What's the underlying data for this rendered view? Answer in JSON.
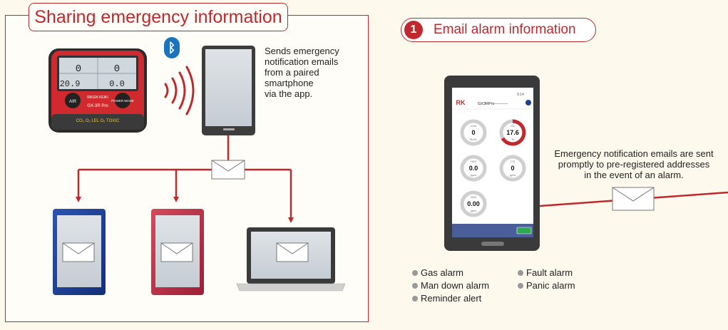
{
  "left_panel": {
    "title": "Sharing emergency information",
    "pairing_note": [
      "Sends emergency",
      "notification emails",
      "from a paired",
      "smartphone",
      "via the app."
    ]
  },
  "detector": {
    "brand": "RIKEN KEIKI",
    "model": "GX-3R Pro",
    "readings": [
      "20.9",
      "0",
      "0",
      "0.0"
    ],
    "sensor_labels": "CO₂ O₂ LEL O₂ TOXIC",
    "left_button": "AIR",
    "right_button": "POWER MODE"
  },
  "right_panel": {
    "badge_number": "1",
    "badge_label": "Email alarm information",
    "alert_note": [
      "Emergency notification emails are sent",
      "promptly to pre-registered addresses",
      "in the event of an alarm."
    ]
  },
  "app_screen": {
    "status_time": "9:14",
    "app_logo": "RK",
    "device_name": "GX3RPro----------",
    "gauges": [
      {
        "gas": "CH4",
        "value": "0",
        "unit": "%LEL"
      },
      {
        "gas": "O2",
        "value": "17.6",
        "unit": "%"
      },
      {
        "gas": "H2S",
        "value": "0.0",
        "unit": "ppm"
      },
      {
        "gas": "CO",
        "value": "0",
        "unit": "ppm"
      },
      {
        "gas": "SO2",
        "value": "0.00",
        "unit": "ppm"
      }
    ]
  },
  "alarm_types": {
    "col1": [
      "Gas alarm",
      "Man down alarm",
      "Reminder alert"
    ],
    "col2": [
      "Fault alarm",
      "Panic alarm"
    ]
  },
  "colors": {
    "accent": "#c0282e",
    "bluetooth": "#1a74bd",
    "phone_blue": "#1f3f95",
    "phone_red": "#c23548"
  }
}
